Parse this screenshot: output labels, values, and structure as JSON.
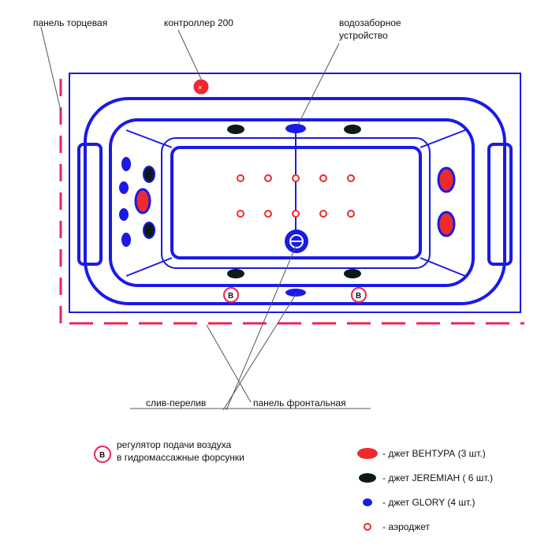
{
  "labels": {
    "end_panel": "панель торцевая",
    "controller": "контроллер 200",
    "intake_line1": "водозаборное",
    "intake_line2": "устройство",
    "drain": "слив-перелив",
    "front_panel": "панель фронтальная",
    "air_regulator_line1": "регулятор подачи воздуха",
    "air_regulator_line2": "в гидромассажные форсунки"
  },
  "badge_letter": "B",
  "legend": [
    {
      "text": "- джет ВЕНТУРА (3 шт.)",
      "icon": "ventura-jet-icon",
      "color": "#ee2b2b"
    },
    {
      "text": "- джет JEREMIAH ( 6 шт.)",
      "icon": "jeremiah-jet-icon",
      "color": "#0d1a1a"
    },
    {
      "text": "- джет GLORY (4 шт.)",
      "icon": "glory-jet-icon",
      "color": "#1a1ae6"
    },
    {
      "text": "- аэроджет",
      "icon": "aerojet-icon",
      "color": "#ee2b2b"
    }
  ],
  "colors": {
    "outline": "#1a1ae6",
    "accent": "#e8245a",
    "red": "#ee2b2b",
    "dark": "#0d1a1a"
  }
}
